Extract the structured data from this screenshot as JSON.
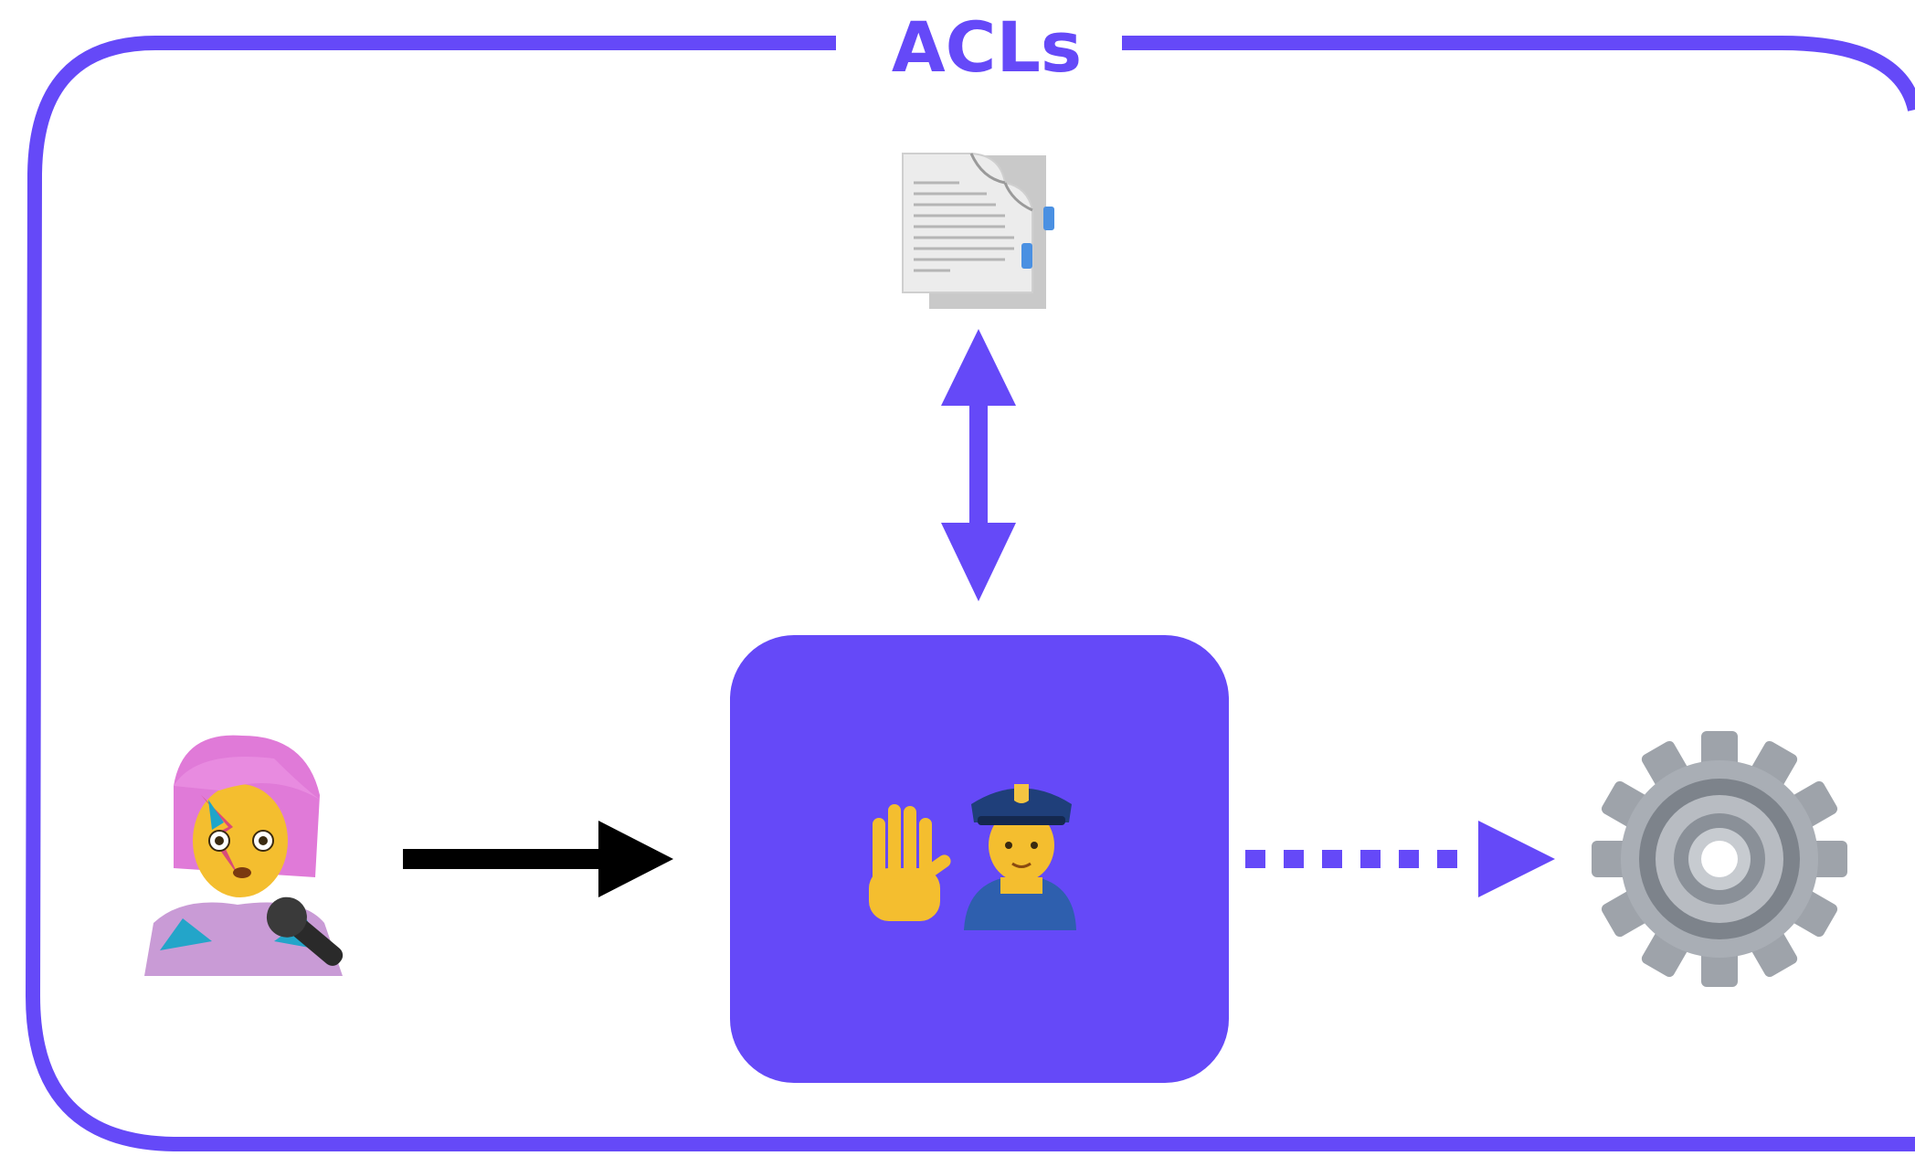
{
  "diagram": {
    "title": "ACLs",
    "accent_color": "#6549F8",
    "nodes": [
      {
        "id": "user",
        "icon": "singer-person-icon"
      },
      {
        "id": "gatekeeper",
        "icon": "raised-hand-icon police-officer-icon"
      },
      {
        "id": "document",
        "icon": "document-pages-icon"
      },
      {
        "id": "system",
        "icon": "gear-icon"
      }
    ],
    "edges": [
      {
        "from": "user",
        "to": "gatekeeper",
        "style": "solid",
        "color": "#000000"
      },
      {
        "from": "gatekeeper",
        "to": "document",
        "style": "solid-bidirectional",
        "color": "#6549F8"
      },
      {
        "from": "gatekeeper",
        "to": "system",
        "style": "dotted",
        "color": "#6549F8"
      }
    ]
  }
}
